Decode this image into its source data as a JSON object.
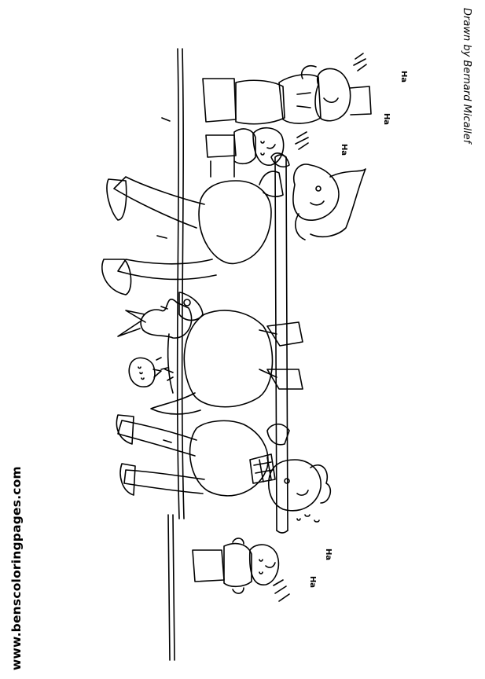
{
  "credit": "Drawn by Bernard Micallef",
  "website": "www.benscoloringpages.com",
  "laughs": [
    "Ha",
    "Ha",
    "Ha",
    "Ha",
    "Ha"
  ],
  "colors": {
    "ink": "#000000",
    "paper": "#ffffff"
  }
}
